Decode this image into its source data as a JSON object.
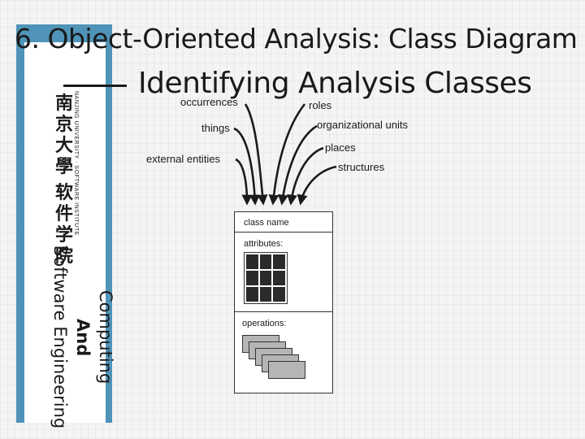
{
  "slide": {
    "title_line1": "6. Object-Oriented Analysis: Class Diagram",
    "title_line2": "Identifying Analysis Classes"
  },
  "sidebar": {
    "university_glyphs": [
      "南",
      "京",
      "大",
      "學"
    ],
    "school_glyphs": [
      "软",
      "件",
      "学",
      "院"
    ],
    "university_en": "NANJING UNIVERSITY · SOFTWARE INSTITUTE",
    "department_line1": "Computing",
    "department_line2": "And",
    "department_line3": "Software Engineering",
    "accent_color": "#4f93b8"
  },
  "diagram": {
    "sources": {
      "occurrences": "occurrences",
      "roles": "roles",
      "things": "things",
      "organizational_units": "organizational units",
      "places": "places",
      "external_entities": "external entities",
      "structures": "structures"
    },
    "class_box": {
      "class_name": "class name",
      "attributes": "attributes:",
      "operations": "operations:"
    }
  }
}
